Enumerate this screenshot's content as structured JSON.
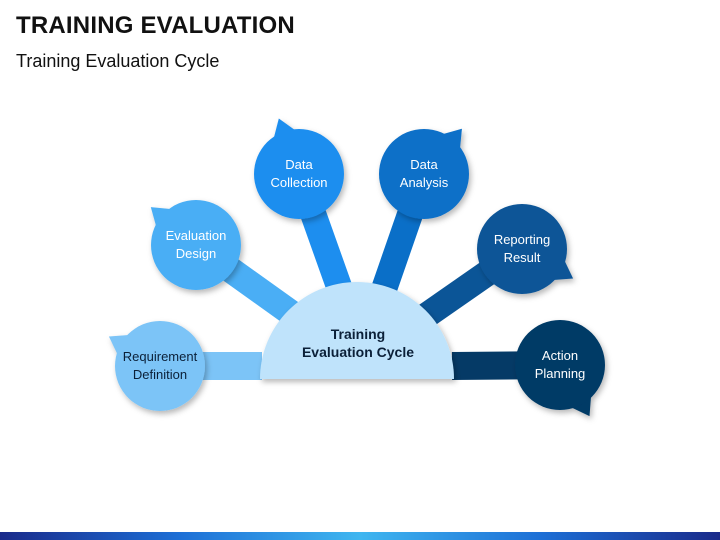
{
  "header": {
    "title": "TRAINING EVALUATION",
    "subtitle": "Training Evaluation Cycle"
  },
  "center": {
    "label": "Training\nEvaluation Cycle",
    "color": "#bfe3fb"
  },
  "nodes": [
    {
      "key": "requirement-definition",
      "label": "Requirement\nDefinition",
      "color": "#7cc4f7",
      "text_color": "#0b2038"
    },
    {
      "key": "evaluation-design",
      "label": "Evaluation\nDesign",
      "color": "#4aaef5",
      "text_color": "#ffffff"
    },
    {
      "key": "data-collection",
      "label": "Data\nCollection",
      "color": "#1d8eef",
      "text_color": "#ffffff"
    },
    {
      "key": "data-analysis",
      "label": "Data\nAnalysis",
      "color": "#0a6fc8",
      "text_color": "#ffffff"
    },
    {
      "key": "reporting-result",
      "label": "Reporting\nResult",
      "color": "#0b5597",
      "text_color": "#ffffff"
    },
    {
      "key": "action-planning",
      "label": "Action\nPlanning",
      "color": "#053a66",
      "text_color": "#ffffff"
    }
  ],
  "footer_bar": {
    "colors": [
      "#1a2a8a",
      "#1d6fd6",
      "#3fb6f0",
      "#1d6fd6",
      "#1a2a8a"
    ]
  }
}
